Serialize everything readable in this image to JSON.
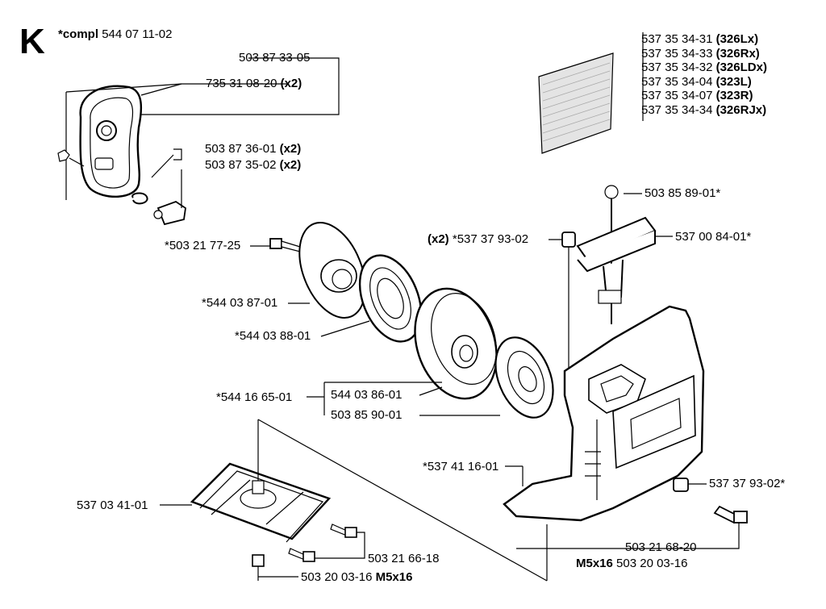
{
  "section": "K",
  "compl": {
    "prefix": "*compl",
    "number": "544 07 11-02"
  },
  "x2": "(x2)",
  "m5x16": "M5x16",
  "variants": [
    {
      "number": "537 35 34-31",
      "model": "(326Lx)"
    },
    {
      "number": "537 35 34-33",
      "model": "(326Rx)"
    },
    {
      "number": "537 35 34-32",
      "model": "(326LDx)"
    },
    {
      "number": "537 35 34-04",
      "model": "(323L)"
    },
    {
      "number": "537 35 34-07",
      "model": "(323R)"
    },
    {
      "number": "537 35 34-34",
      "model": "(326RJx)"
    }
  ],
  "parts": {
    "cover_assy": "503 87 33-05",
    "screw_cover": "735 31 08-20",
    "spring": "503 87 36-01",
    "pawl": "503 87 35-02",
    "bolt": "*503 21 77-25",
    "drum_cover": "*544 03 87-01",
    "spring_cassette": "*544 03 88-01",
    "pulley_assy": "*544 16 65-01",
    "pulley": "544 03 86-01",
    "return_spring": "503 85 90-01",
    "sleeve_x2": "*537 37 93-02",
    "rope_clip": "503 85 89-01*",
    "handle": "537 00 84-01*",
    "housing": "*537 41 16-01",
    "sleeve_right": "537 37 93-02*",
    "bracket": "537 03 41-01",
    "screw_bracket": "503 21 66-18",
    "screw_bottom": "503 20 03-16",
    "screw_right_a": "503 21 68-20",
    "screw_right_b": "503 20 03-16"
  }
}
